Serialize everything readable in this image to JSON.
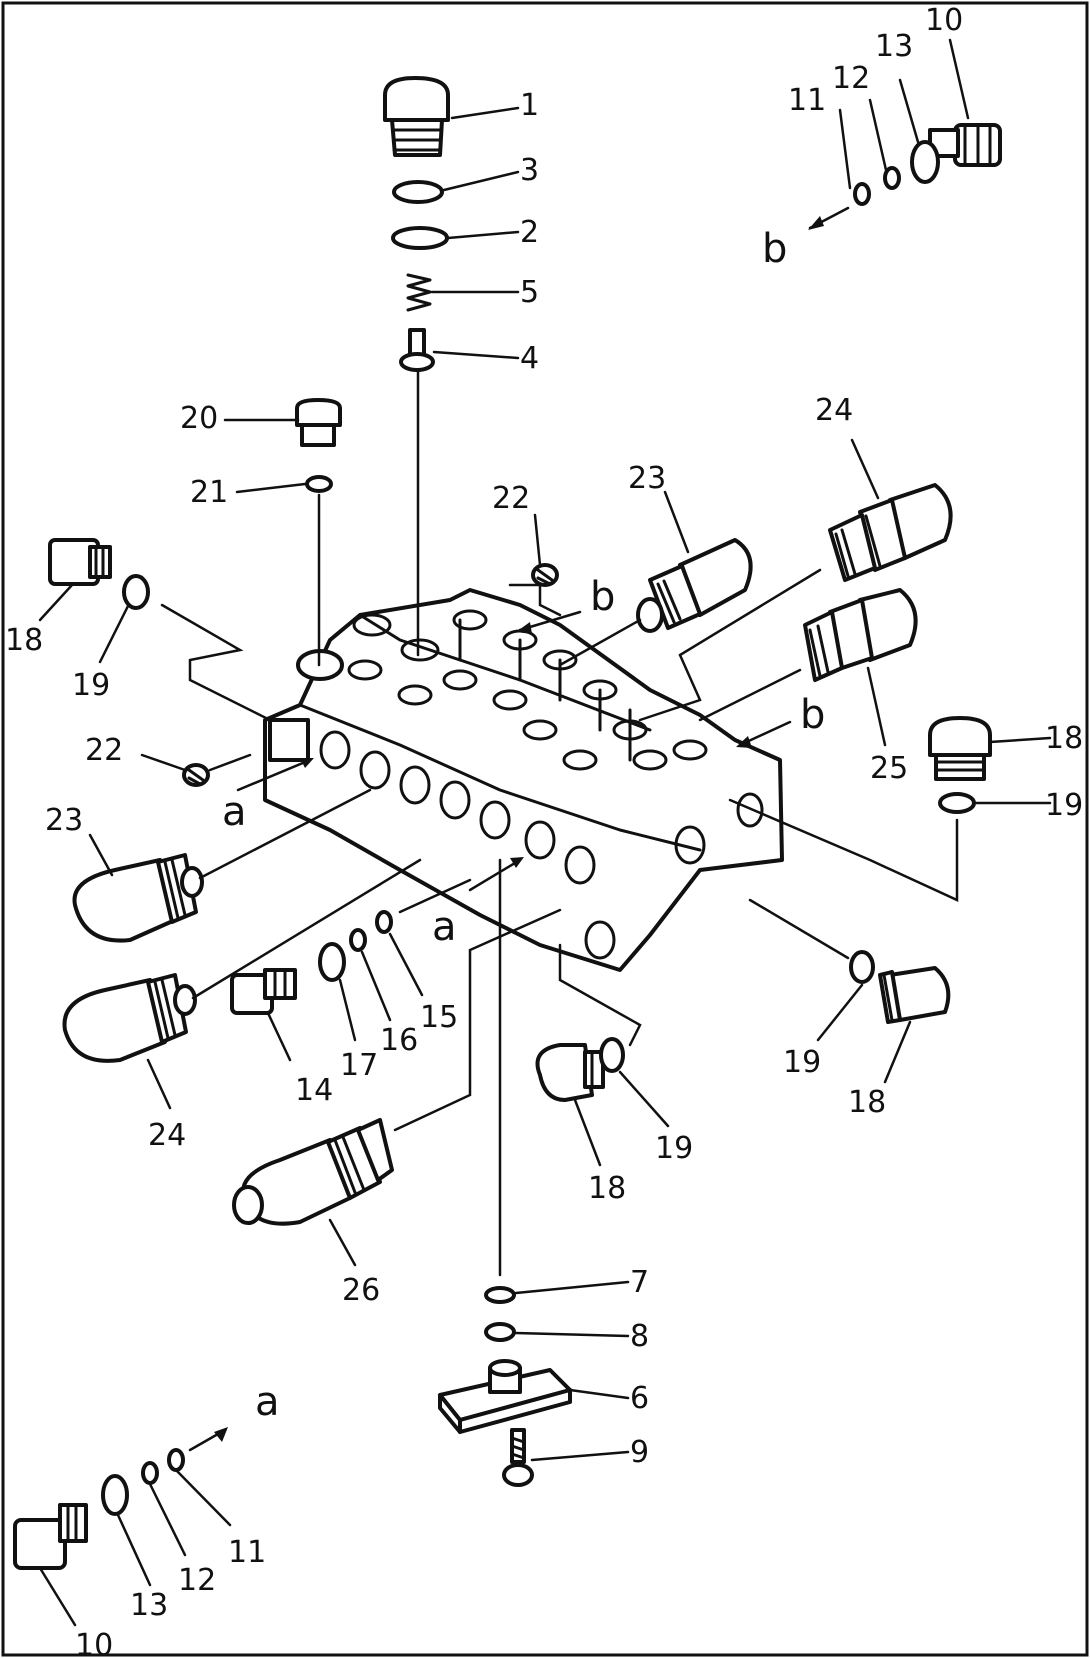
{
  "callouts": {
    "c1": "1",
    "c2": "2",
    "c3": "3",
    "c4": "4",
    "c5": "5",
    "c6": "6",
    "c7": "7",
    "c8": "8",
    "c9": "9",
    "c10_top": "10",
    "c10_bottom": "10",
    "c11_top": "11",
    "c11_bottom": "11",
    "c12_top": "12",
    "c12_bottom": "12",
    "c13_top": "13",
    "c13_bottom": "13",
    "c14": "14",
    "c15": "15",
    "c16": "16",
    "c17": "17",
    "c18_left": "18",
    "c18_right": "18",
    "c18_lower_right": "18",
    "c18_lower_mid": "18",
    "c19_left": "19",
    "c19_right": "19",
    "c19_lower_right": "19",
    "c19_lower_mid": "19",
    "c20": "20",
    "c21": "21",
    "c22_left": "22",
    "c22_top": "22",
    "c23_left": "23",
    "c23_top": "23",
    "c24_left": "24",
    "c24_top": "24",
    "c25": "25",
    "c26": "26"
  },
  "letters": {
    "b_top": "b",
    "b_mid": "b",
    "b_right": "b",
    "a_left": "a",
    "a_mid": "a",
    "a_bottom": "a"
  }
}
